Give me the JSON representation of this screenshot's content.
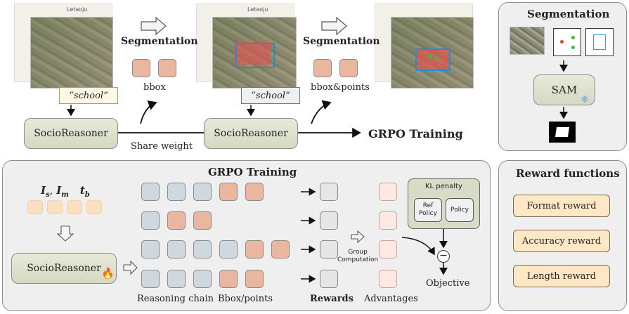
{
  "top": {
    "map_label": "Letaoju",
    "prompt_text": "“school”",
    "segmentation_label": "Segmentation",
    "bbox_label": "bbox",
    "bbox_points_label": "bbox&points",
    "reasoner_label": "SocioReasoner",
    "share_weight_label": "Share weight",
    "grpo_label": "GRPO Training"
  },
  "seg_panel": {
    "title": "Segmentation",
    "sam_label": "SAM"
  },
  "grpo_panel": {
    "title": "GRPO Training",
    "inputs": {
      "is": "I",
      "is_sub": "s",
      "im": "I",
      "im_sub": "m",
      "tb": "t",
      "tb_sub": "b"
    },
    "reasoner_label": "SocioReasoner",
    "reasoning_chain_label": "Reasoning chain",
    "bbox_points_label": "Bbox/points",
    "rewards_label": "Rewards",
    "advantages_label": "Advantages",
    "group_computation_label": "Group\nComputation",
    "kl_label": "KL penalty",
    "ref_policy_label": "Ref\nPolicy",
    "policy_label": "Policy",
    "minus_sign": "−",
    "objective_label": "Objective"
  },
  "reward_panel": {
    "title": "Reward functions",
    "items": [
      "Format reward",
      "Accuracy reward",
      "Length reward"
    ]
  },
  "colors": {
    "gold": "#b8892e",
    "reward_red": "#e07d77",
    "panel_grey": "#efefef",
    "token_pink": "#eab6a0",
    "token_grey": "#cfd8df",
    "bbox_blue": "#1f8fd6",
    "mask_red": "#e85050"
  },
  "icons": [
    "arrow-right-outline-icon",
    "arrow-down-outline-icon",
    "fire-icon",
    "snowflake-icon"
  ]
}
